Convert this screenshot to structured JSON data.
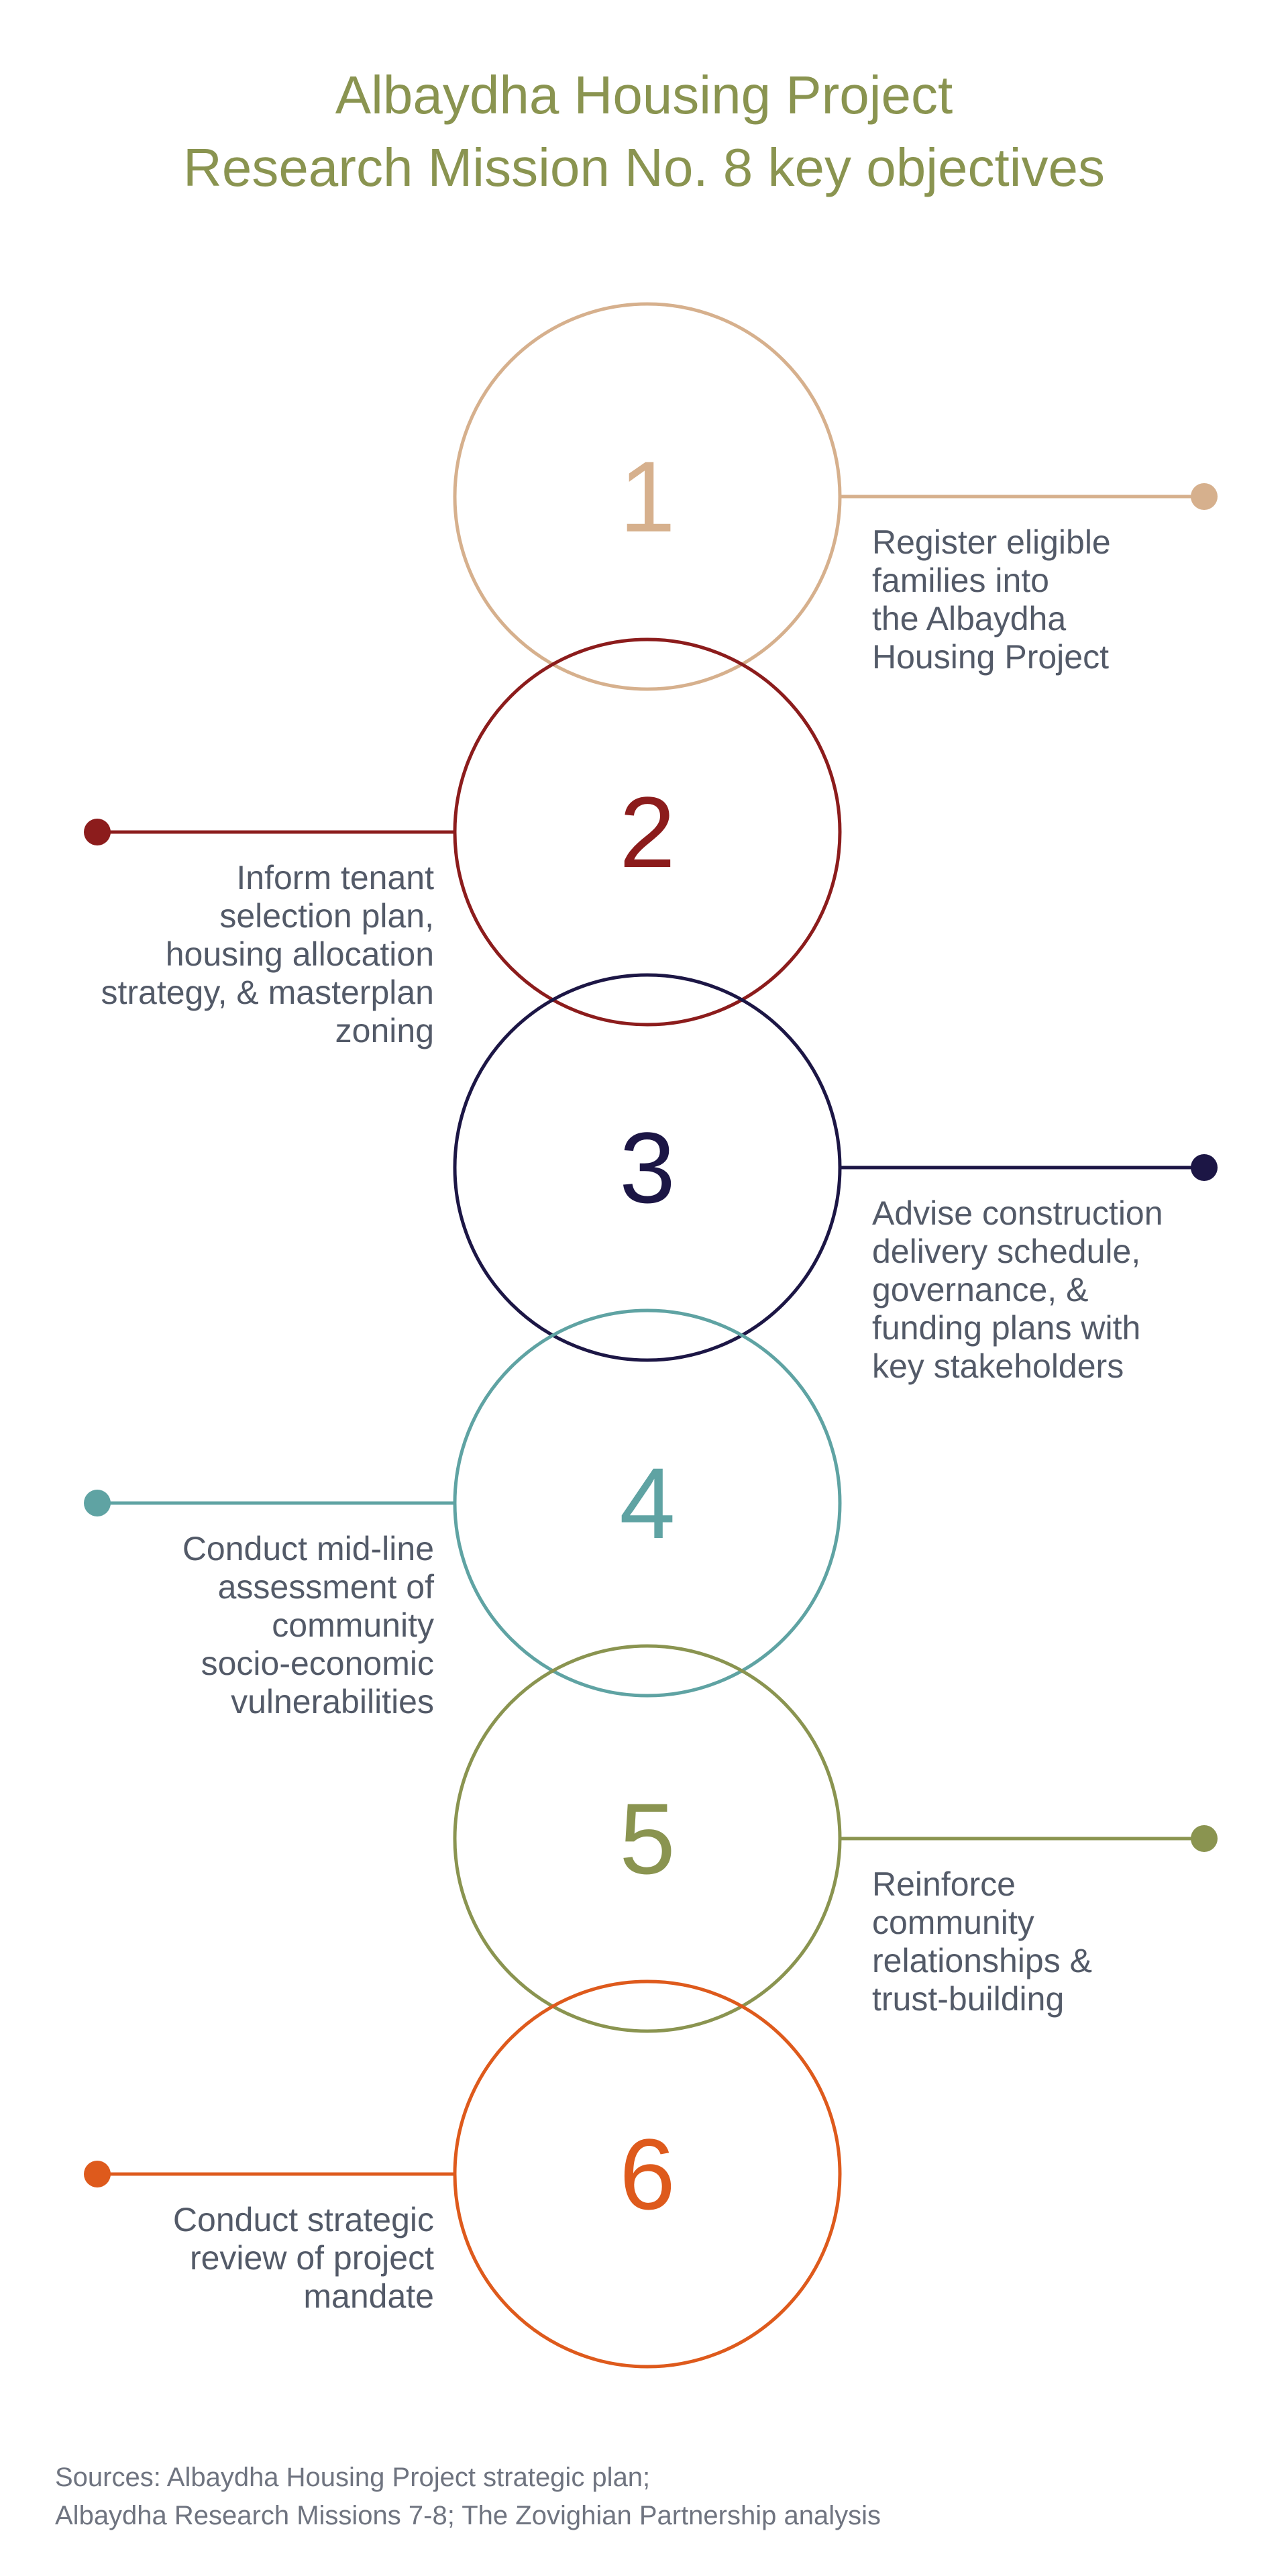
{
  "header": {
    "title_line1": "Albaydha Housing Project",
    "title_line2": "Research Mission No. 8 key objectives",
    "color": "#8a9450"
  },
  "objectives": [
    {
      "number": "1",
      "color": "#d6b08d",
      "side": "right",
      "lines": [
        "Register eligible",
        "families into",
        "the Albaydha",
        "Housing Project"
      ]
    },
    {
      "number": "2",
      "color": "#8c1c1c",
      "side": "left",
      "lines": [
        "Inform tenant",
        "selection plan,",
        "housing allocation",
        "strategy, & masterplan",
        "zoning"
      ]
    },
    {
      "number": "3",
      "color": "#1c1645",
      "side": "right",
      "lines": [
        "Advise construction",
        "delivery schedule,",
        "governance, &",
        "funding plans with",
        "key stakeholders"
      ]
    },
    {
      "number": "4",
      "color": "#5fa3a3",
      "side": "left",
      "lines": [
        "Conduct mid-line",
        "assessment of",
        "community",
        "socio-economic",
        "vulnerabilities"
      ]
    },
    {
      "number": "5",
      "color": "#8a9450",
      "side": "right",
      "lines": [
        "Reinforce",
        "community",
        "relationships &",
        "trust-building"
      ]
    },
    {
      "number": "6",
      "color": "#de5a1c",
      "side": "left",
      "lines": [
        "Conduct strategic",
        "review of project",
        "mandate"
      ]
    }
  ],
  "sources": {
    "line1": "Sources: Albaydha Housing Project strategic plan;",
    "line2": "Albaydha Research Missions 7-8;  The Zovighian Partnership analysis"
  },
  "text_color": "#535a68"
}
